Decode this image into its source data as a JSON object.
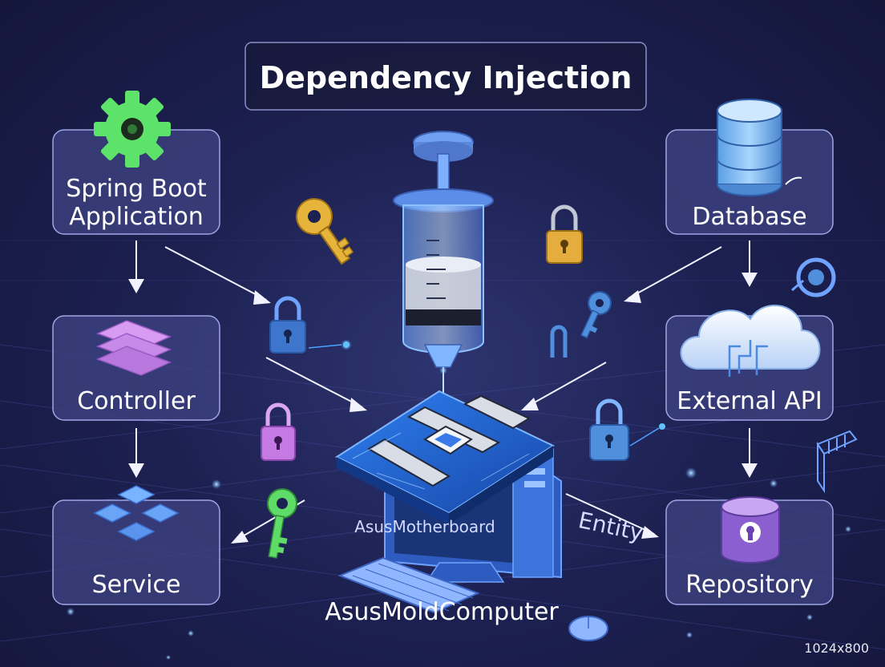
{
  "title": "Dependency Injection",
  "nodes": {
    "spring_boot": [
      "Spring Boot",
      "Application"
    ],
    "controller": "Controller",
    "service": "Service",
    "database": "Database",
    "external_api": "External API",
    "repository": "Repository"
  },
  "center": {
    "motherboard_label": "AsusMotherboard",
    "computer_label": "AsusMoldComputer",
    "entity_label": "Entity"
  },
  "watermark": "1024x800",
  "colors": {
    "background": "#1d2152",
    "panel_fill": "#3e4282",
    "panel_border": "#9fa6e4",
    "gear": "#5de36a",
    "controller_icon": "#c98bea",
    "service_icon": "#5f9bf5",
    "database_icon": "#74b8ec",
    "repository_icon": "#9a6bd8",
    "key_gold": "#e6b33b",
    "key_green": "#5fdc68",
    "lock_blue": "#4f8fdc",
    "lock_purple": "#c47ae2"
  },
  "icons": [
    "gear-icon",
    "layers-icon",
    "modules-icon",
    "database-icon",
    "cloud-icon",
    "bucket-icon",
    "syringe-icon",
    "motherboard-icon",
    "computer-icon",
    "keyboard-icon",
    "mouse-icon",
    "key-icon",
    "lock-icon"
  ]
}
